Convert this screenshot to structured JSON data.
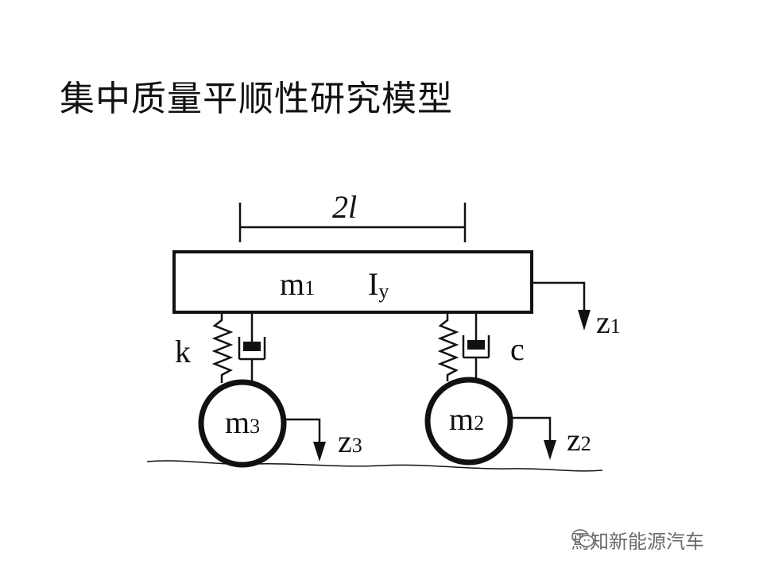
{
  "title": "集中质量平顺性研究模型",
  "diagram": {
    "dimension_label": "2l",
    "body_mass": {
      "m": "m",
      "sub": "1"
    },
    "inertia": {
      "I": "I",
      "sub": "y"
    },
    "z1": {
      "z": "z",
      "sub": "1"
    },
    "spring_label": "k",
    "damper_label": "c",
    "rear_wheel": {
      "m": "m",
      "sub": "3"
    },
    "rear_z": {
      "z": "z",
      "sub": "3"
    },
    "front_wheel": {
      "m": "m",
      "sub": "2"
    },
    "front_z": {
      "z": "z",
      "sub": "2"
    }
  },
  "watermark": {
    "text": "焉知新能源汽车",
    "icon": "wechat-icon"
  }
}
